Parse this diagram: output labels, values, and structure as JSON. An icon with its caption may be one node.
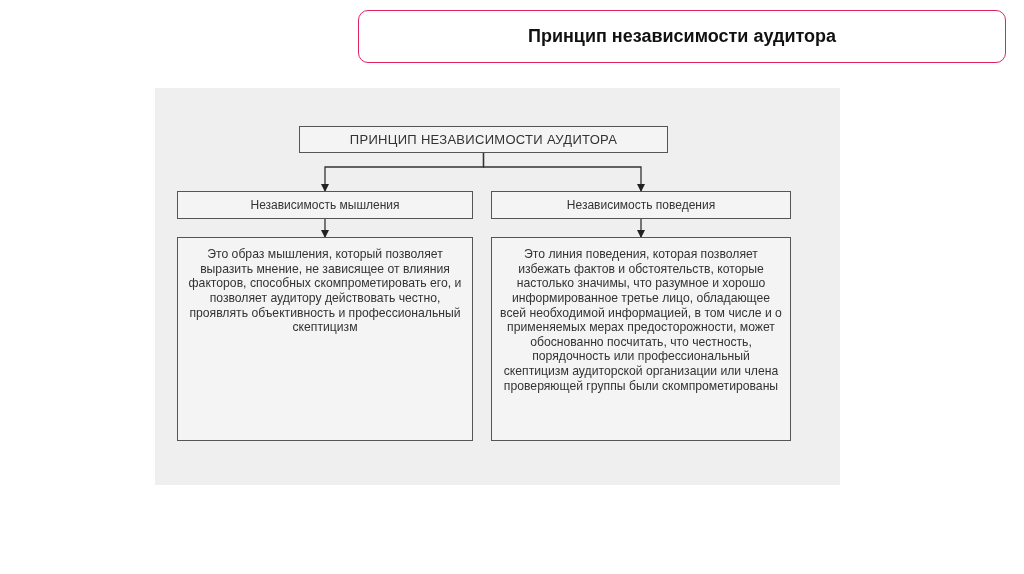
{
  "diagram": {
    "title": "Принцип независимости аудитора",
    "nodes": [
      {
        "text": [
          "ПРИНЦИП НЕЗАВИСИМОСТИ АУДИТОРА"
        ]
      },
      {
        "text": [
          "Независимость мышления"
        ]
      },
      {
        "text": [
          "Независимость поведения"
        ]
      },
      {
        "text": [
          "Это образ мышления, который позволяет выразить мнение, не зависящее от влияния факторов, способных скомпрометировать его, и позволяет аудитору действовать честно, проявлять объективность и профессиональный скептицизм"
        ]
      },
      {
        "text": [
          "Это линия поведения, которая позволяет избежать фактов и обстоятельств, которые настолько значимы, что разумное и хорошо информированное третье лицо, обладающее всей необходимой информацией, в том числе и о применяемых мерах предосторожности, может обоснованно посчитать, что честность, порядочность или профессиональный скептицизм аудиторской организации или члена проверяющей группы были скомпрометированы"
        ]
      }
    ],
    "edges": [
      {
        "from": 0,
        "to": 1,
        "arrow": "to"
      },
      {
        "from": 0,
        "to": 2,
        "arrow": "to"
      },
      {
        "from": 1,
        "to": 3,
        "arrow": "to"
      },
      {
        "from": 2,
        "to": 4,
        "arrow": "to"
      }
    ]
  }
}
